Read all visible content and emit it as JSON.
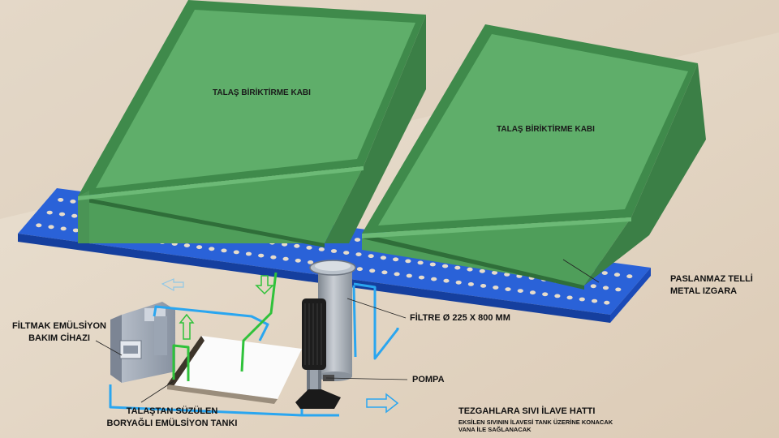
{
  "labels": {
    "tray_1": "TALAŞ BİRİKTİRME KABI",
    "tray_2": "TALAŞ BİRİKTİRME KABI",
    "grate_line1": "PASLANMAZ TELLİ",
    "grate_line2": "METAL IZGARA",
    "filter": "FİLTRE Ø 225 X 800 MM",
    "pump": "POMPA",
    "device_line1": "FİLTMAK EMÜLSİYON",
    "device_line2": "BAKIM CİHAZI",
    "tank_line1": "TALAŞTAN SÜZÜLEN",
    "tank_line2": "BORYAĞLI EMÜLSİYON TANKI",
    "supply_title": "TEZGAHLARA SIVI İLAVE HATTI",
    "supply_note1": "EKSİLEN SIVININ İLAVESİ TANK ÜZERİNE KONACAK",
    "supply_note2": "VANA İLE SAĞLANACAK"
  },
  "colors": {
    "floor": "#e4d7c6",
    "tray_green": "#4f9a5a",
    "grate_blue": "#1f55c8",
    "pipe_blue": "#2aa6f0",
    "pipe_green": "#2fc23a",
    "filter_grey": "#a9b0b8",
    "pump_black": "#1d1d1d",
    "device_grey": "#9aa4b3"
  }
}
